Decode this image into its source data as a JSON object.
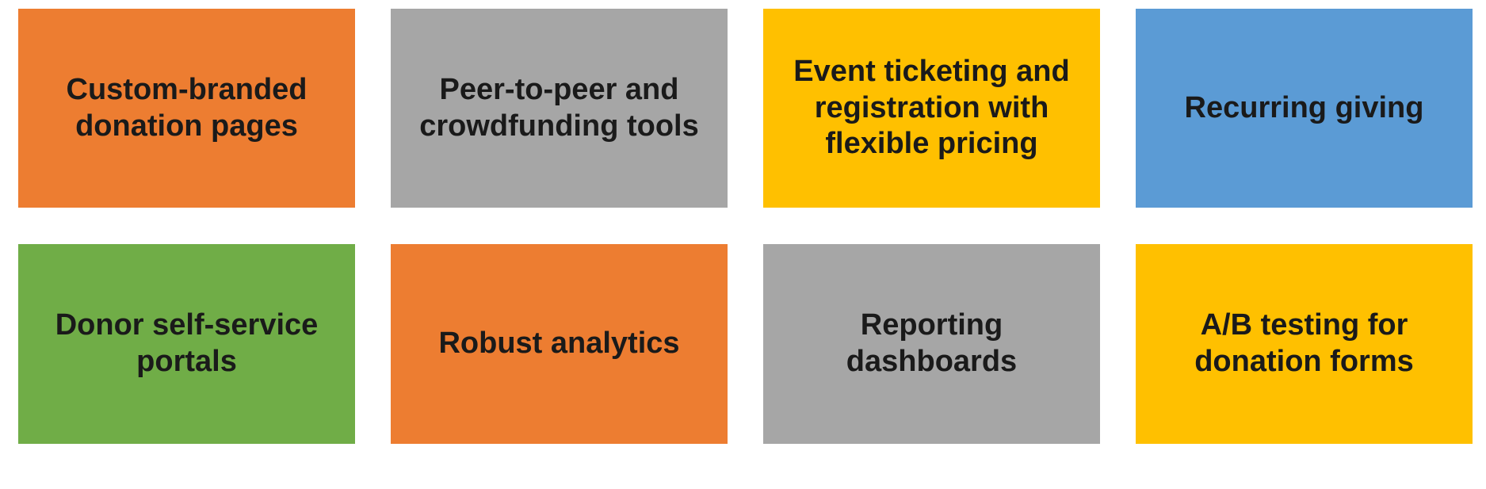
{
  "page": {
    "background": "#FFFFFF",
    "text_color": "#1A1A1A"
  },
  "palette": {
    "orange": "#ED7D31",
    "gray": "#A6A6A6",
    "gold": "#FFC000",
    "blue": "#5B9BD5",
    "green": "#70AD47"
  },
  "cards": [
    {
      "slug": "custom-branded-donation-pages",
      "label": "Custom-branded donation pages",
      "color": "#ED7D31"
    },
    {
      "slug": "peer-to-peer-and-crowdfunding-tools",
      "label": "Peer-to-peer and crowdfunding tools",
      "color": "#A6A6A6"
    },
    {
      "slug": "event-ticketing-and-registration-with-flexible-pricing",
      "label": "Event ticketing and registration with flexible pricing",
      "color": "#FFC000"
    },
    {
      "slug": "recurring-giving",
      "label": "Recurring giving",
      "color": "#5B9BD5"
    },
    {
      "slug": "donor-self-service-portals",
      "label": "Donor self-service portals",
      "color": "#70AD47"
    },
    {
      "slug": "robust-analytics",
      "label": "Robust analytics",
      "color": "#ED7D31"
    },
    {
      "slug": "reporting-dashboards",
      "label": "Reporting dashboards",
      "color": "#A6A6A6"
    },
    {
      "slug": "ab-testing-for-donation-forms",
      "label": "A/B testing for donation forms",
      "color": "#FFC000"
    }
  ]
}
